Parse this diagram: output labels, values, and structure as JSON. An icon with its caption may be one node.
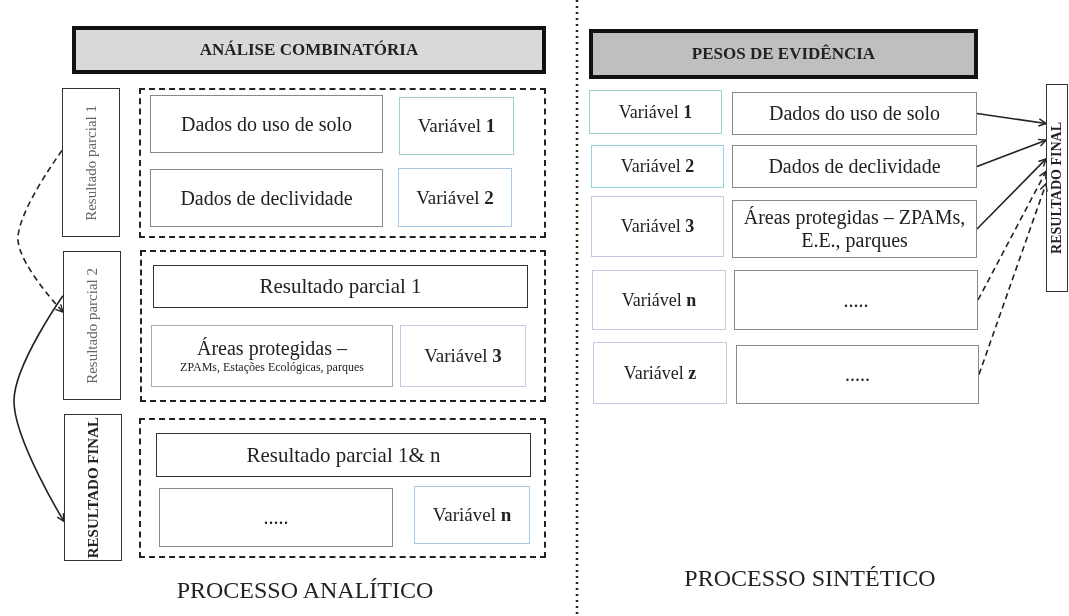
{
  "diagram": {
    "nodes": [
      {
        "text": [
          "ANÁLISE COMBINATÓRIA"
        ]
      },
      {
        "text": [
          "Resultado parcial 1"
        ]
      },
      {
        "text": [],
        "shape": "box"
      },
      {
        "text": [
          "Dados do uso de solo"
        ],
        "in": 2
      },
      {
        "text": [
          "Variável **1**"
        ],
        "in": 2
      },
      {
        "text": [
          "Dados de declividade"
        ],
        "in": 2
      },
      {
        "text": [
          "Variável **2**"
        ],
        "in": 2
      },
      {
        "text": [
          "Resultado parcial 2"
        ]
      },
      {
        "text": [],
        "shape": "box"
      },
      {
        "text": [
          "Resultado parcial 1"
        ],
        "in": 8
      },
      {
        "text": [
          "Áreas protegidas –",
          "ZPAMs, Estações Ecológicas, parques"
        ],
        "in": 8
      },
      {
        "text": [
          "Variável **3**"
        ],
        "in": 8
      },
      {
        "text": [
          "RESULTADO FINAL"
        ]
      },
      {
        "text": [],
        "shape": "box"
      },
      {
        "text": [
          "Resultado parcial 1& n"
        ],
        "in": 13
      },
      {
        "text": [
          "....."
        ],
        "in": 13
      },
      {
        "text": [
          "Variável **n**"
        ],
        "in": 13
      },
      {
        "text": [
          "PESOS DE EVIDÊNCIA"
        ]
      },
      {
        "text": [
          "Variável **1**"
        ]
      },
      {
        "text": [
          "Dados do uso de solo"
        ]
      },
      {
        "text": [
          "Variável **2**"
        ]
      },
      {
        "text": [
          "Dados de declividade"
        ]
      },
      {
        "text": [
          "Variável **3**"
        ]
      },
      {
        "text": [
          "Áreas protegidas – ZPAMs, E.E., parques"
        ]
      },
      {
        "text": [
          "Variável **n**"
        ]
      },
      {
        "text": [
          "....."
        ]
      },
      {
        "text": [
          "Variável **z**"
        ]
      },
      {
        "text": [
          "....."
        ]
      },
      {
        "text": [
          "RESULTADO FINAL"
        ]
      }
    ],
    "edges": [
      {
        "from": 1,
        "to": 7,
        "arrow": "to",
        "style": "dashed"
      },
      {
        "from": 7,
        "to": 12,
        "arrow": "to"
      },
      {
        "from": 19,
        "to": 28,
        "arrow": "to"
      },
      {
        "from": 21,
        "to": 28,
        "arrow": "to"
      },
      {
        "from": 23,
        "to": 28,
        "arrow": "to"
      },
      {
        "from": 25,
        "to": 28,
        "arrow": "to",
        "style": "dashed"
      },
      {
        "from": 27,
        "to": 28,
        "arrow": "to",
        "style": "dashed"
      }
    ],
    "labels": [
      "PROCESSO ANALÍTICO",
      "PROCESSO SINTÉTICO"
    ]
  }
}
